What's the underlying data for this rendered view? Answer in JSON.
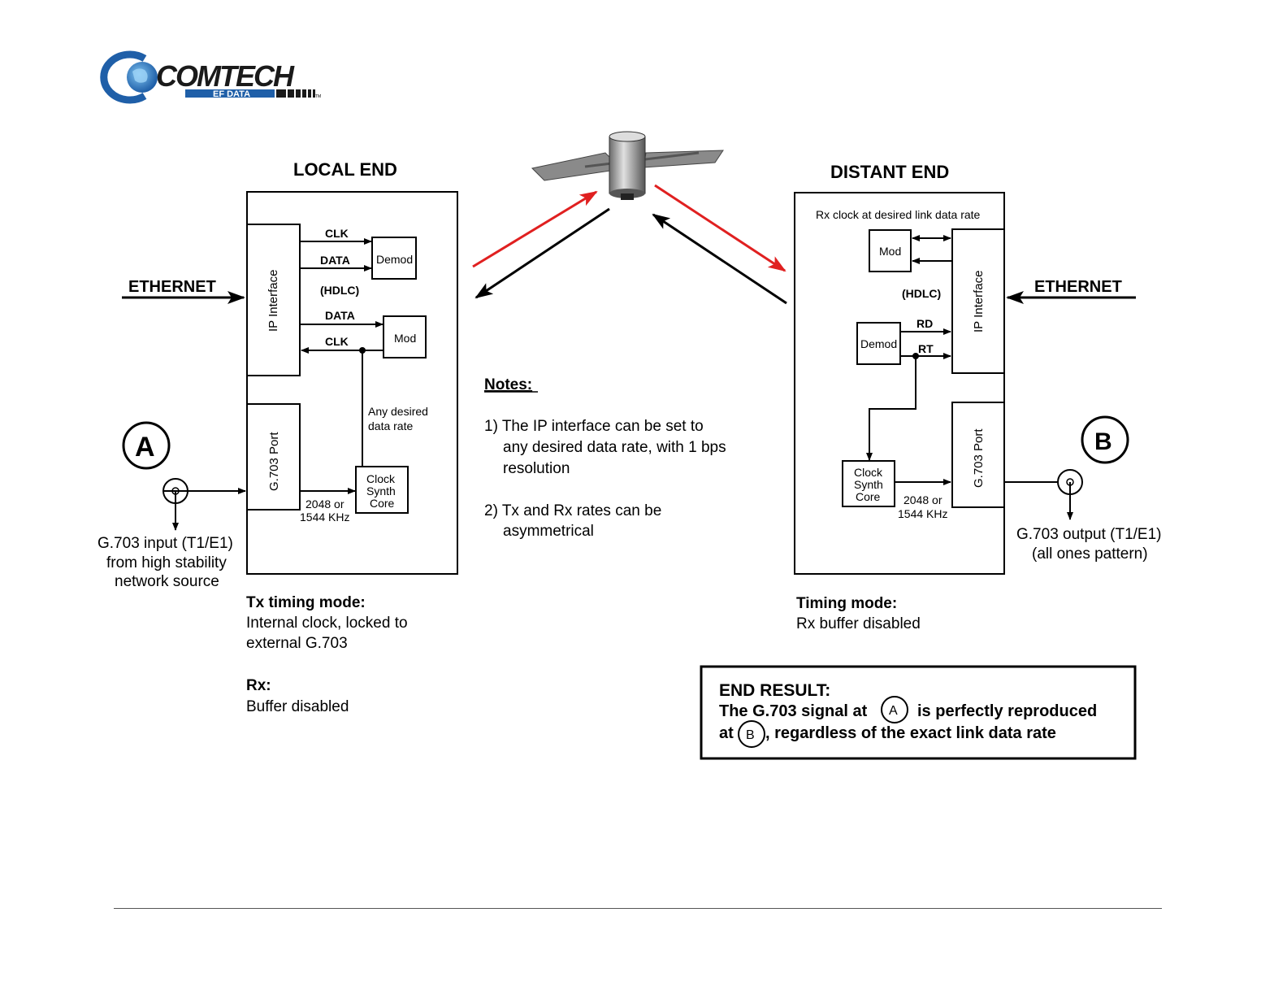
{
  "logo": {
    "brand": "COMTECH",
    "sub": "EF DATA",
    "tm": "TM",
    "colors": {
      "blue": "#1f5fa8",
      "globe": "#2a7fc9"
    }
  },
  "local": {
    "title": "LOCAL END",
    "ip_interface": "IP Interface",
    "g703_port": "G.703 Port",
    "clk1": "CLK",
    "data1": "DATA",
    "demod": "Demod",
    "hdlc": "(HDLC)",
    "data2": "DATA",
    "clk2": "CLK",
    "mod": "Mod",
    "any_desired_1": "Any desired",
    "any_desired_2": "data rate",
    "clock_1": "Clock",
    "clock_2": "Synth",
    "clock_3": "Core",
    "freq_1": "2048 or",
    "freq_2": "1544 KHz",
    "ethernet": "ETHERNET",
    "point": "A",
    "input_1": "G.703 input (T1/E1)",
    "input_2": "from high stability",
    "input_3": "network source",
    "tx_mode_label": "Tx timing mode:",
    "tx_mode_1": "Internal clock, locked to",
    "tx_mode_2": "external G.703",
    "rx_label": "Rx:",
    "rx_value": "Buffer disabled"
  },
  "distant": {
    "title": "DISTANT END",
    "rx_clock": "Rx clock at desired link data rate",
    "mod": "Mod",
    "hdlc": "(HDLC)",
    "demod": "Demod",
    "rd": "RD",
    "rt": "RT",
    "ip_interface": "IP Interface",
    "g703_port": "G.703 Port",
    "clock_1": "Clock",
    "clock_2": "Synth",
    "clock_3": "Core",
    "freq_1": "2048 or",
    "freq_2": "1544 KHz",
    "ethernet": "ETHERNET",
    "point": "B",
    "output_1": "G.703 output (T1/E1)",
    "output_2": "(all ones pattern)",
    "timing_label": "Timing mode:",
    "timing_value": "Rx buffer disabled"
  },
  "notes": {
    "title": "Notes:",
    "n1_1": "1) The IP interface can be set to",
    "n1_2": "any desired data rate, with 1 bps",
    "n1_3": "resolution",
    "n2_1": "2) Tx and Rx rates can be",
    "n2_2": "asymmetrical"
  },
  "result": {
    "label": "END RESULT:",
    "l1_a": "The G.703 signal at",
    "l1_b": "is perfectly reproduced",
    "l2_a": "at",
    "l2_b": ", regardless of the exact link data rate",
    "a": "A",
    "b": "B"
  },
  "colors": {
    "uplink": "#e02020",
    "downlink": "#000000"
  }
}
